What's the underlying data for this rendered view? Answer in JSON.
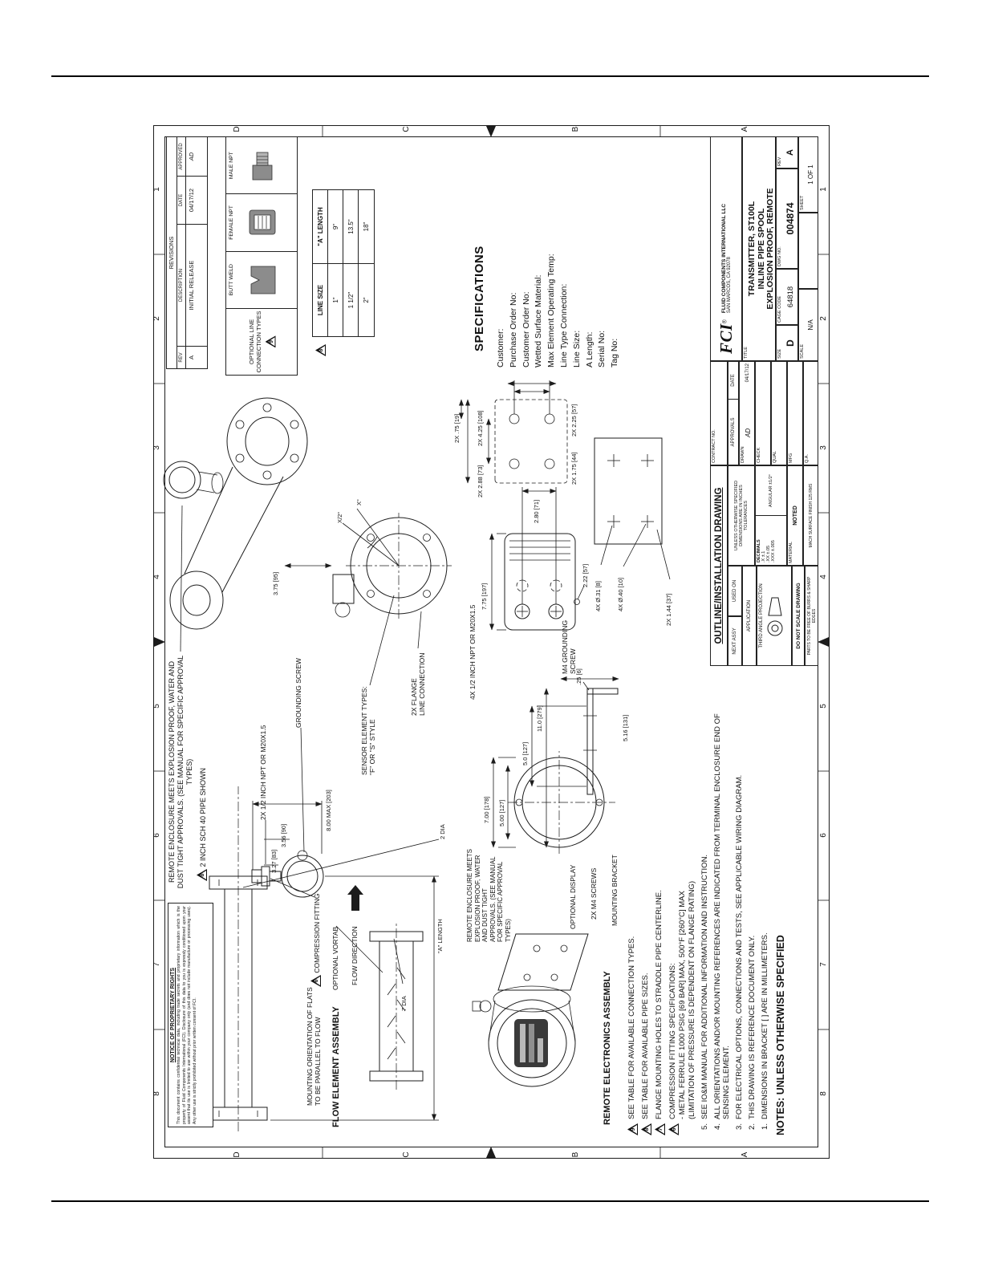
{
  "sheet": {
    "zones": {
      "cols": [
        "8",
        "7",
        "6",
        "5",
        "4",
        "3",
        "2",
        "1"
      ],
      "rows": [
        "D",
        "C",
        "B",
        "A"
      ]
    },
    "revisions": {
      "title": "REVISIONS",
      "col_rev": "REV",
      "col_desc": "DESCRIPTION",
      "col_date": "DATE",
      "col_appr": "APPROVED",
      "row": {
        "rev": "A",
        "desc": "INITIAL RELEASE",
        "date": "04/17/12",
        "appr": "AD"
      }
    },
    "proprietary": {
      "title": "NOTICE OF PROPRIETARY RIGHTS",
      "body": "This document contains confidential technical data, including trade secrets and proprietary information which is the property of Fluid Components International (FCI). Disclosure of this data to you is expressly conditioned upon your assent that its use is limited to use within your company only (and does not include manufacture or processing uses). Any other use is strictly prohibited without prior written consent of FCI."
    },
    "connection_types": {
      "flag": "9",
      "label": "OPTIONAL LINE CONNECTION TYPES",
      "butt_weld": "BUTT WELD",
      "female_npt": "FEMALE NPT",
      "male_npt": "MALE NPT"
    },
    "line_size_table": {
      "flag": "8",
      "col_size": "LINE SIZE",
      "col_length": "\"A\" LENGTH",
      "rows": [
        [
          "1\"",
          "9\""
        ],
        [
          "1 1/2\"",
          "13.5\""
        ],
        [
          "2\"",
          "18\""
        ]
      ]
    },
    "specifications": {
      "title": "SPECIFICATIONS",
      "fields": [
        "Customer:",
        "Purchase Order No:",
        "Customer Order No:",
        "Wetted Surface Material:",
        "Max Element Operating Temp:",
        "Line Type Connection:",
        "Line Size:",
        "A Length:",
        "Serial No:",
        "Tag No:"
      ]
    },
    "flow_view": {
      "label": "FLOW ELEMENT ASSEMBLY",
      "enclosure_note": "REMOTE ENCLOSURE MEETS EXPLOSION PROOF, WATER AND DUST TIGHT APPROVALS. (SEE MANUAL FOR SPECIFIC APPROVAL TYPES)",
      "pipe_note": "2 INCH SCH 40 PIPE SHOWN",
      "mounting_note": "MOUNTING ORIENTATION OF FLATS TO BE PARALLEL TO FLOW",
      "compression": "COMPRESSION FITTING",
      "vortab": "OPTIONAL VORTAB",
      "flow_direction": "FLOW DIRECTION",
      "a_length": "\"A\" LENGTH",
      "dia7": "7 DIA",
      "dia2": "2 DIA",
      "d327": "3.27 [83]",
      "d356": "3.56 [90]",
      "d800": "8.00 MAX [203]",
      "grounding": "GROUNDING SCREW",
      "npt": "2X 1/2 INCH NPT OR M20X1.5",
      "sensor_types": "SENSOR ELEMENT TYPES:\n\"F\" OR \"S\" STYLE",
      "flange_conn": "2X FLANGE\nLINE CONNECTION",
      "d375": "3.75 [95]",
      "x_deg": "X°",
      "x2_deg": "X/2°"
    },
    "remote_view": {
      "label": "REMOTE ELECTRONICS ASSEMBLY",
      "enclosure_note": "REMOTE ENCLOSURE MEETS EXPLOSION PROOF, WATER AND DUST TIGHT APPROVALS. (SEE MANUAL FOR SPECIFIC APPROVAL TYPES)",
      "display": "OPTIONAL DISPLAY",
      "m4_screws": "2X M4 SCREWS",
      "bracket": "MOUNTING BRACKET",
      "d700": "7.00 [178]",
      "d500": "5.00 [127]",
      "d50": "5.0 [127]",
      "d110": "11.0 [279]",
      "d25": ".25 [6]",
      "d516": "5.16 [131]",
      "d775": "7.75 [197]",
      "npt4": "4X 1/2 INCH NPT OR M20X1.5",
      "ground": "M4 GROUNDING SCREW",
      "d288": "2X 2.88 [73]",
      "d425": "2X 4.25 [108]",
      "d175": "2X 1.75 [44]",
      "d225": "2X 2.25 [57]",
      "d280": "2.80 [71]",
      "d222": "2.22 [57]",
      "d31": "4X Ø.31 [8]",
      "d40": "4X Ø.40 [10]",
      "d144": "2X 1.44 [37]",
      "d75": "2X .75 [19]"
    },
    "notes": {
      "heading": "NOTES: UNLESS OTHERWISE SPECIFIED",
      "numbered": [
        {
          "n": "5.",
          "text": "SEE IO&M MANUAL FOR ADDITIONAL INFORMATION AND INSTRUCTION."
        },
        {
          "n": "4.",
          "text": "ALL ORIENTATIONS AND/OR MOUNTING REFERENCES ARE INDICATED FROM TERMINAL ENCLOSURE END OF SENSING ELEMENT."
        },
        {
          "n": "3.",
          "text": "FOR ELECTRICAL OPTIONS, CONNECTIONS AND TESTS, SEE APPLICABLE WIRING DIAGRAM."
        },
        {
          "n": "2.",
          "text": "THIS DRAWING IS REFERENCE DOCUMENT ONLY."
        },
        {
          "n": "1.",
          "text": "DIMENSIONS IN BRACKET [ ] ARE IN MILLIMETERS."
        }
      ],
      "flagged": [
        {
          "n": "9",
          "text": "SEE TABLE FOR AVAILABLE CONNECTION TYPES."
        },
        {
          "n": "8",
          "text": "SEE TABLE FOR AVAILABLE PIPE SIZES."
        },
        {
          "n": "7",
          "text": "FLANGE MOUNTING HOLES TO STRADDLE PIPE CENTERLINE."
        },
        {
          "n": "6",
          "text": "COMPRESSION FITTING SPECIFICATIONS:\n- METAL FERRULE 1000 PSIG [69 BAR] MAX, 500°F [260°C] MAX\n(LIMITATION OF PRESSURE IS DEPENDENT ON FLANGE RATING)"
        }
      ]
    },
    "title_block": {
      "outline_label": "OUTLINE/INSTALLATION DRAWING",
      "contract_label": "CONTRACT NO.",
      "next_assy": "NEXT ASSY",
      "used_on": "USED ON",
      "application": "APPLICATION",
      "third_angle": "THIRD ANGLE PROJECTION",
      "do_not_scale": "DO NOT SCALE DRAWING",
      "burrs": "PARTS TO BE FREE OF BURRS & SHARP EDGES",
      "finish": "MACH SURFACE FINISH 125 RMS",
      "tol_header": "UNLESS OTHERWISE SPECIFIED DIMENSIONS ARE IN INCHES TOLERANCES",
      "decimals_label": "DECIMALS",
      "tol_x": ".X ±.1",
      "tol_xx": ".XX ±.05",
      "tol_xxx": ".XXX ±.005",
      "angular": "ANGULAR ±1/2°",
      "material_label": "MATERIAL",
      "material": "NOTED",
      "approvals": "APPROVALS",
      "date_col": "DATE",
      "drawn_label": "DRAWN",
      "drawn_sig": "AD",
      "drawn_date": "04/17/12",
      "check_label": "CHECK",
      "qual_label": "QUAL",
      "mfg_label": "MFG",
      "qa_label": "Q.A.",
      "logo": "FCI",
      "logo_reg": "®",
      "company_1": "FLUID COMPONENTS INTERNATIONAL LLC",
      "company_2": "SAN MARCOS, CA 92078",
      "title_label": "TITLE",
      "title_1": "TRANSMITTER, ST100L",
      "title_2": "INLINE PIPE SPOOL",
      "title_3": "EXPLOSION PROOF, REMOTE",
      "size_label": "SIZE",
      "size": "D",
      "cage_label": "CAGE CODE",
      "cage": "64818",
      "dwg_label": "DWG NO.",
      "dwg": "004874",
      "rev_label": "REV",
      "rev": "A",
      "scale_label": "SCALE",
      "scale": "N/A",
      "sheet_label": "SHEET",
      "sheet": "1 OF 1"
    }
  }
}
